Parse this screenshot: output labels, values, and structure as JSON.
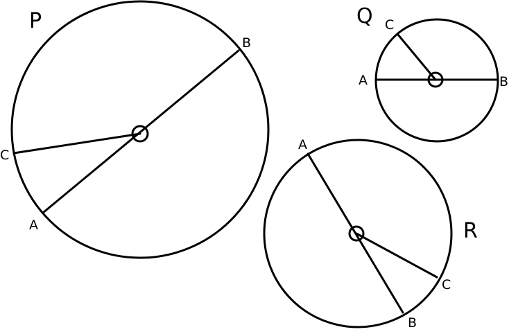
{
  "colors": {
    "background": "#ffffff",
    "stroke": "#000000"
  },
  "circles": [
    {
      "name": "P",
      "points": {
        "A": "A",
        "B": "B",
        "C": "C"
      }
    },
    {
      "name": "Q",
      "points": {
        "A": "A",
        "B": "B",
        "C": "C"
      }
    },
    {
      "name": "R",
      "points": {
        "A": "A",
        "B": "B",
        "C": "C"
      }
    }
  ]
}
